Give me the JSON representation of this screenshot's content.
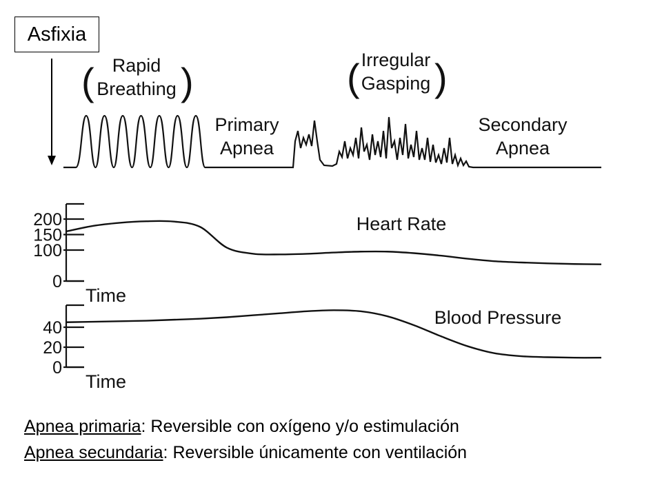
{
  "title": "Asfixia",
  "breathing": {
    "phases": [
      {
        "label_lines": [
          "Rapid",
          "Breathing"
        ],
        "bracket": true
      },
      {
        "label_lines": [
          "Primary",
          "Apnea"
        ],
        "bracket": false
      },
      {
        "label_lines": [
          "Irregular",
          "Gasping"
        ],
        "bracket": true
      },
      {
        "label_lines": [
          "Secondary",
          "Apnea"
        ],
        "bracket": false
      }
    ]
  },
  "chart_data": [
    {
      "type": "line",
      "title": "Heart Rate",
      "xlabel": "Time",
      "ylabel": "",
      "yticks": [
        0,
        100,
        150,
        200
      ],
      "ylim": [
        0,
        240
      ],
      "x": [
        0,
        5,
        10,
        15,
        20,
        25,
        30,
        35,
        40,
        45,
        50,
        55,
        60,
        65,
        70,
        75,
        80,
        85,
        90,
        95,
        100
      ],
      "values": [
        160,
        178,
        188,
        193,
        192,
        175,
        108,
        88,
        86,
        88,
        92,
        95,
        95,
        90,
        82,
        72,
        64,
        60,
        57,
        55,
        54
      ],
      "grid": false
    },
    {
      "type": "line",
      "title": "Blood Pressure",
      "xlabel": "Time",
      "ylabel": "",
      "yticks": [
        0,
        20,
        40
      ],
      "ylim": [
        0,
        60
      ],
      "x": [
        0,
        5,
        10,
        15,
        20,
        25,
        30,
        35,
        40,
        45,
        50,
        55,
        60,
        65,
        70,
        75,
        80,
        85,
        90,
        95,
        100
      ],
      "values": [
        45,
        45.5,
        46,
        46.5,
        47.5,
        48.5,
        50,
        52,
        54,
        56,
        57,
        56,
        51,
        42,
        31,
        21,
        14,
        11,
        10,
        9.5,
        9.5
      ],
      "grid": false
    }
  ],
  "caption": [
    {
      "term": "Apnea primaria",
      "text": ": Reversible con oxígeno y/o estimulación"
    },
    {
      "term": "Apnea secundaria",
      "text": ": Reversible únicamente con ventilación"
    }
  ]
}
